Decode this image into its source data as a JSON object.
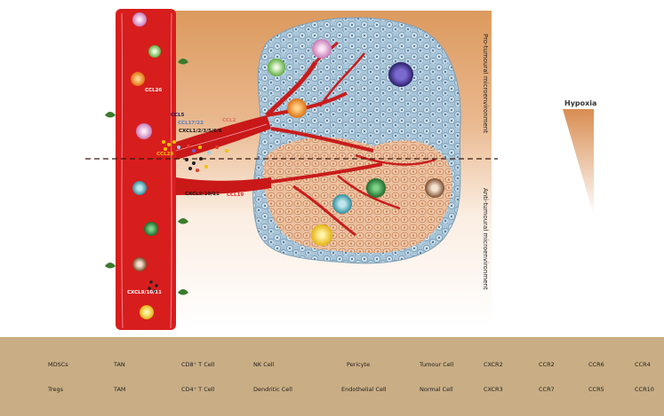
{
  "zones": {
    "pro": "Pro-tumoural microenvironment",
    "anti": "Anti-tumoural microenvironment"
  },
  "hypoxia": "Hypoxia",
  "chemokines": {
    "ccl26": "CCL26",
    "ccl5": "CCL5",
    "ccl17_22": "CCL17/22",
    "cxcl_mix": "CXCL1/2/3/5/6/8",
    "ccl2": "CCL2",
    "ccl28": "CCL28",
    "cxcl9_a": "CXCL9/10/11",
    "ccl19": "CCL19",
    "cxcl9_b": "CXCL9/10/11"
  },
  "legend": {
    "mdsc": "MDSCs",
    "tan": "TAN",
    "cd8": "CD8⁺ T Cell",
    "nk": "NK Cell",
    "pericyte": "Pericyte",
    "tumour": "Tumour Cell",
    "cxcr2": "CXCR2",
    "ccr2": "CCR2",
    "ccr6": "CCR6",
    "ccr4": "CCR4",
    "tregs": "Tregs",
    "tam": "TAM",
    "cd4": "CD4⁺ T Cell",
    "dendritic": "Dendritic Cell",
    "endothelial": "Endothelial Cell",
    "normal": "Normal Cell",
    "cxcr3": "CXCR3",
    "ccr7": "CCR7",
    "ccr5": "CCR5",
    "ccr10": "CCR10"
  },
  "colors": {
    "vessel": "#d81d1d",
    "pro_zone": "#dc9a5e",
    "tumour": "#9fbfd4",
    "normal": "#e8a77c",
    "legend_bg": "#c9ad84",
    "mdsc": "#4a3a9a",
    "tan": "#d79acb",
    "cd8": "#3fa6b5",
    "nk": "#7a4a2a",
    "tregs": "#9bd07a",
    "tam": "#f08a1a",
    "cd4": "#2f8a3a",
    "dendritic": "#f4d030",
    "pericyte": "#3c7a2c"
  }
}
